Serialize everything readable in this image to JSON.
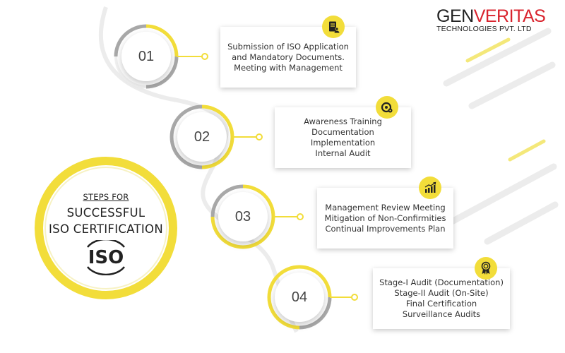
{
  "logo": {
    "brand_part1": "GEN",
    "brand_part2": "VERITAS",
    "subtitle": "TECHNOLOGIES PVT. LTD"
  },
  "badge": {
    "steps_for": "STEPS FOR",
    "line1": "SUCCESSFUL",
    "line2": "ISO CERTIFICATION",
    "iso_text": "ISO"
  },
  "steps": [
    {
      "number": "01",
      "icon": "document-user-icon",
      "lines": [
        "Submission of ISO Application",
        "and Mandatory Documents.",
        "Meeting with Management"
      ]
    },
    {
      "number": "02",
      "icon": "gear-settings-icon",
      "lines": [
        "Awareness Training",
        "Documentation",
        "Implementation",
        "Internal Audit"
      ]
    },
    {
      "number": "03",
      "icon": "growth-chart-icon",
      "lines": [
        "Management Review Meeting",
        "Mitigation of Non-Confirmities",
        "Continual Improvements Plan"
      ]
    },
    {
      "number": "04",
      "icon": "award-ribbon-icon",
      "lines": [
        "Stage-I Audit (Documentation)",
        "Stage-II Audit (On-Site)",
        "Final Certification",
        "Surveillance Audits"
      ]
    }
  ],
  "colors": {
    "accent_yellow": "#f2dd3a",
    "brand_red": "#d9232d",
    "ring_gray": "#a8a8a8",
    "decor_gray": "#ececec"
  }
}
